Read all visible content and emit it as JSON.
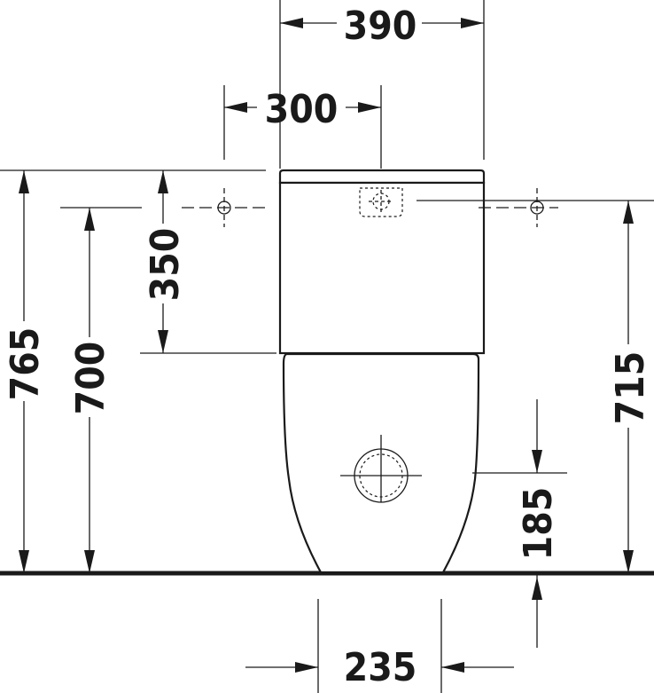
{
  "dimensions": {
    "tank_width": "390",
    "outlet_offset": "300",
    "tank_height": "350",
    "overall_height": "765",
    "seat_height": "700",
    "inlet_height": "715",
    "outlet_height": "185",
    "base_width": "235"
  }
}
